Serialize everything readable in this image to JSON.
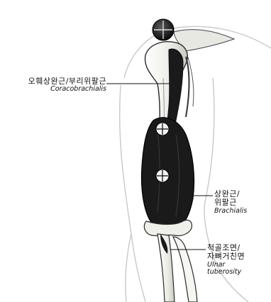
{
  "labels": {
    "coracobrachialis": {
      "korean": "오훼상완근/부리위팔근",
      "latin": "Coracobrachialis"
    },
    "brachialis": {
      "korean_1": "상완근/",
      "korean_2": "위팔근",
      "latin": "Brachialis"
    },
    "ulnar_tuberosity": {
      "korean_1": "척골조면/",
      "korean_2": "자뼈거친면",
      "latin_1": "Ulnar",
      "latin_2": "tuberosity"
    }
  },
  "colors": {
    "muscle": "#1a1a1a",
    "bone": "#f4f4f0",
    "outline": "#222222",
    "skin": "#c8c8c8"
  }
}
